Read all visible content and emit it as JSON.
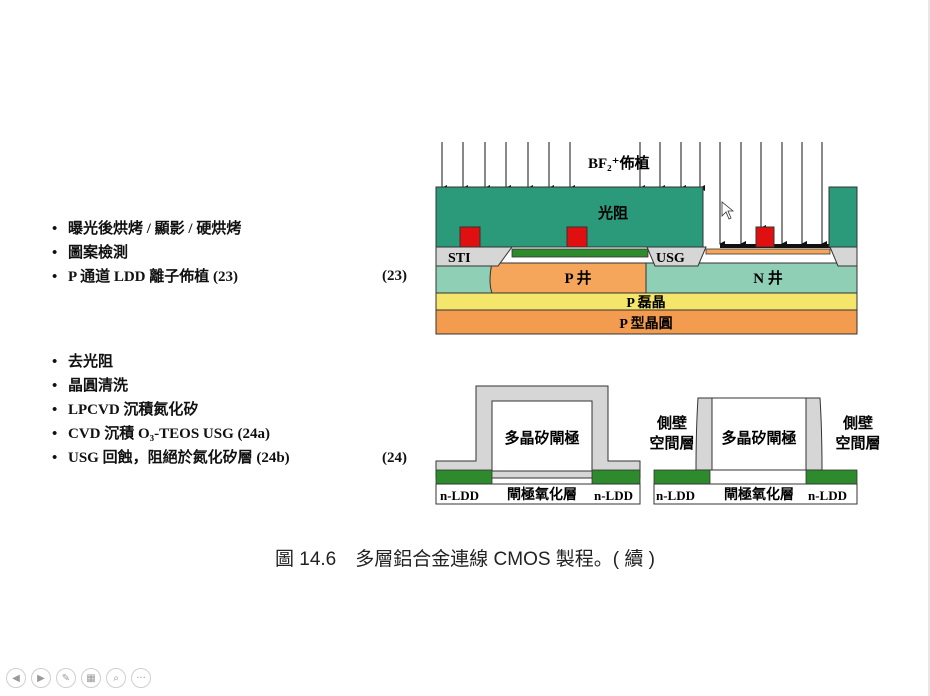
{
  "slide": {
    "bullets_23": [
      "曝光後烘烤 / 顯影 / 硬烘烤",
      "圖案檢測",
      "P 通道 LDD 離子佈植 (23)"
    ],
    "step_23": "(23)",
    "bullets_24": [
      "去光阻",
      "晶圓清洗",
      "LPCVD 沉積氮化矽",
      "CVD 沉積 O₃-TEOS USG (24a)",
      "USG 回蝕，阻絕於氮化矽層 (24b)"
    ],
    "step_24": "(24)",
    "caption": "圖 14.6　多層鋁合金連線 CMOS 製程。( 續 )"
  },
  "diagram23": {
    "implant_label": "BF₂⁺佈植",
    "photoresist": "光阻",
    "sti": "STI",
    "usg": "USG",
    "p_well": "P 井",
    "n_well": "N 井",
    "p_epi": "P 磊晶",
    "p_wafer": "P 型晶圓"
  },
  "diagram24": {
    "poly_gate": "多晶矽閘極",
    "gate_oxide": "閘極氧化層",
    "n_ldd": "n-LDD",
    "sidewall_spacer": "側壁\n空間層"
  },
  "toolbar": {
    "icons": [
      "previous-icon",
      "next-icon",
      "pen-icon",
      "menu-icon",
      "zoom-icon",
      "more-icon"
    ]
  },
  "colors": {
    "photoresist": "#2a9a7a",
    "p_well": "#f5a65b",
    "n_well": "#8fcfb5",
    "p_epi": "#f4e56b",
    "p_wafer": "#f39b4f",
    "gate": "#e01010",
    "gate_oxide_green": "#2d8a2d",
    "spacer": "#d6d6d6"
  }
}
